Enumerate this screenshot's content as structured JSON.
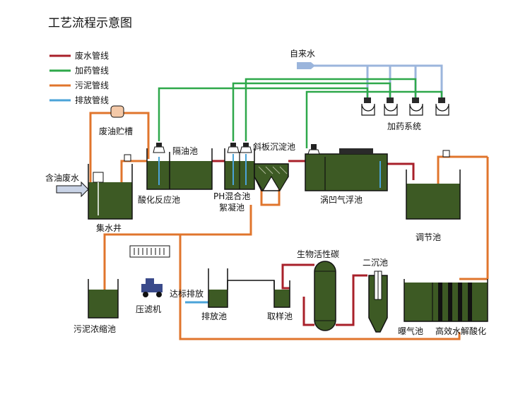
{
  "title": "工艺流程示意图",
  "legend": [
    {
      "label": "废水管线",
      "color": "#a8202a"
    },
    {
      "label": "加药管线",
      "color": "#2ea84a"
    },
    {
      "label": "污泥管线",
      "color": "#e0752c"
    },
    {
      "label": "排放管线",
      "color": "#4aa3d8"
    }
  ],
  "labels": {
    "tap_water": "自来水",
    "dosing_system": "加药系统",
    "oil_tank": "废油贮槽",
    "inflow": "含油废水",
    "collection_well": "集水井",
    "oil_separator": "隔油池",
    "acid_tank": "酸化反应池",
    "ph_mix": "PH混合池",
    "flocculation": "絮凝池",
    "inclined_settler": "斜板沉淀池",
    "vortex_flotation": "涡凹气浮池",
    "equalization": "调节池",
    "sludge_thickener": "污泥浓缩池",
    "filter_press": "压滤机",
    "discharge_ok": "达标排放",
    "discharge_tank": "排放池",
    "sampling_tank": "取样池",
    "bio_carbon": "生物活性碳",
    "secondary_clarifier": "二沉池",
    "aeration": "曝气池",
    "hydrolysis": "高效水解酸化"
  },
  "colors": {
    "wastewater": "#a8202a",
    "dosing": "#2ea84a",
    "sludge": "#e0752c",
    "discharge": "#4aa3d8",
    "tap": "#9bb5dc",
    "liquid": "#3d5a24",
    "tank_line": "#1a1a1a"
  }
}
